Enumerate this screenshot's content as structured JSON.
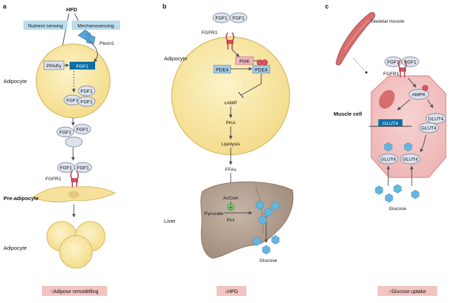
{
  "panels": {
    "a": {
      "letter": "a",
      "hfd": "HFD",
      "nutrient_sensing": "Nutrient sensing",
      "mechanosensing": "Mechanosensing",
      "piezo1": "Piezo1",
      "ppar": "PPARγ",
      "fgf1_gene": "FGF1",
      "fgf1": "FGF1",
      "fgfr1": "FGFR1",
      "adipocyte_label": "Adipocyte",
      "pre_adipocyte_label": "Pre-adipocyte",
      "adipocyte_label_2": "Adipocyte",
      "caption": "↑Adipose remodelling"
    },
    "b": {
      "letter": "b",
      "fgf1": "FGF1",
      "fgfr1": "FGFR1",
      "adipocyte_label": "Adipocyte",
      "liver_label": "Liver",
      "pi3k": "PI3K",
      "pde4": "PDE4",
      "p": "P",
      "camp": "cAMP",
      "pka": "PKA",
      "lipolysis": "Lipolysis",
      "ffas": "FFAs",
      "acetyl_coa": "AcCoA",
      "pyruvate": "Pyruvate",
      "pcx": "Pcx",
      "plus": "+",
      "glucose": "Glucose",
      "caption": "↓HPG"
    },
    "c": {
      "letter": "c",
      "skeletal_muscle": "Skeletal muscle",
      "muscle_cell": "Muscle cell",
      "fgf1": "FGF1",
      "fgfr1": "FGFR1",
      "ampk": "AMPK",
      "p": "P",
      "glut4_gene": "GLUT4",
      "glut4": "GLUT4",
      "glucose": "Glucose",
      "caption": "↑Glucose uptake"
    }
  },
  "colors": {
    "cell_fill": "#f8e7a6",
    "cell_stroke": "#d8b860",
    "pill_fill": "#dde3ee",
    "pill_stroke": "#6f7788",
    "sensing_box": "#b9dcee",
    "gene_box": "#0e6fa6",
    "receptor": "#c0424c",
    "pi3k_box": "#efb6bf",
    "pde4_box": "#a8cbe3",
    "liver": "#b4a192",
    "glucose": "#64b6e0",
    "muscle_cell": "#f3c3c3",
    "muscle_stroke": "#d88f8f",
    "caption_box": "#f2c3c0"
  },
  "icons": [
    "arrow-icon",
    "inhibition-icon",
    "phosphate-icon",
    "receptor-icon",
    "glucose-icon",
    "muscle-icon",
    "nucleus-icon",
    "channel-icon"
  ]
}
